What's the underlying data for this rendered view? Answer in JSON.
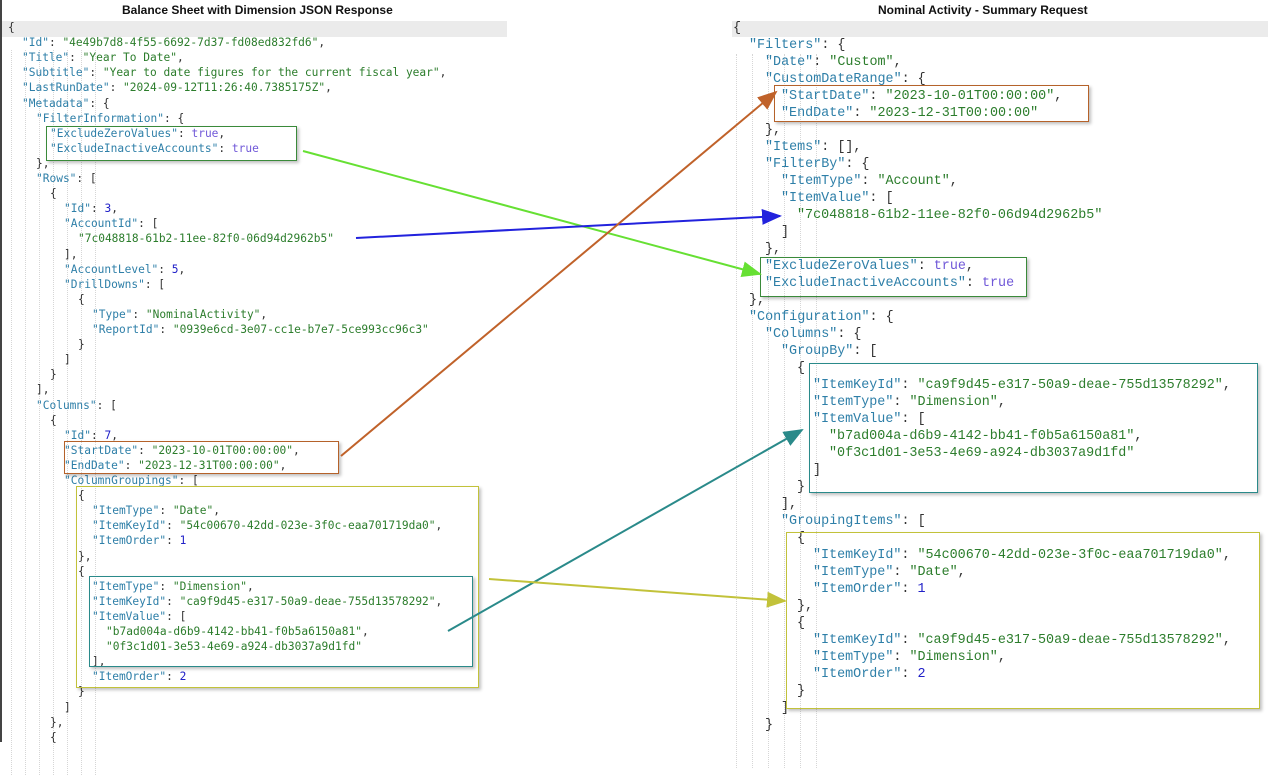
{
  "left": {
    "title": "Balance Sheet with Dimension JSON Response",
    "lines": [
      {
        "i": 0,
        "t": [
          [
            "p",
            "{"
          ]
        ]
      },
      {
        "i": 1,
        "t": [
          [
            "k",
            "\"Id\""
          ],
          [
            "p",
            ": "
          ],
          [
            "s",
            "\"4e49b7d8-4f55-6692-7d37-fd08ed832fd6\""
          ],
          [
            "p",
            ","
          ]
        ]
      },
      {
        "i": 1,
        "t": [
          [
            "k",
            "\"Title\""
          ],
          [
            "p",
            ": "
          ],
          [
            "s",
            "\"Year To Date\""
          ],
          [
            "p",
            ","
          ]
        ]
      },
      {
        "i": 1,
        "t": [
          [
            "k",
            "\"Subtitle\""
          ],
          [
            "p",
            ": "
          ],
          [
            "s",
            "\"Year to date figures for the current fiscal year\""
          ],
          [
            "p",
            ","
          ]
        ]
      },
      {
        "i": 1,
        "t": [
          [
            "k",
            "\"LastRunDate\""
          ],
          [
            "p",
            ": "
          ],
          [
            "s",
            "\"2024-09-12T11:26:40.7385175Z\""
          ],
          [
            "p",
            ","
          ]
        ]
      },
      {
        "i": 1,
        "t": [
          [
            "k",
            "\"Metadata\""
          ],
          [
            "p",
            ": {"
          ]
        ]
      },
      {
        "i": 2,
        "t": [
          [
            "k",
            "\"FilterInformation\""
          ],
          [
            "p",
            ": {"
          ]
        ]
      },
      {
        "i": 3,
        "t": [
          [
            "k",
            "\"ExcludeZeroValues\""
          ],
          [
            "p",
            ": "
          ],
          [
            "b",
            "true"
          ],
          [
            "p",
            ","
          ]
        ]
      },
      {
        "i": 3,
        "t": [
          [
            "k",
            "\"ExcludeInactiveAccounts\""
          ],
          [
            "p",
            ": "
          ],
          [
            "b",
            "true"
          ]
        ]
      },
      {
        "i": 2,
        "t": [
          [
            "p",
            "},"
          ]
        ]
      },
      {
        "i": 2,
        "t": [
          [
            "k",
            "\"Rows\""
          ],
          [
            "p",
            ": ["
          ]
        ]
      },
      {
        "i": 3,
        "t": [
          [
            "p",
            "{"
          ]
        ]
      },
      {
        "i": 4,
        "t": [
          [
            "k",
            "\"Id\""
          ],
          [
            "p",
            ": "
          ],
          [
            "n",
            "3"
          ],
          [
            "p",
            ","
          ]
        ]
      },
      {
        "i": 4,
        "t": [
          [
            "k",
            "\"AccountId\""
          ],
          [
            "p",
            ": ["
          ]
        ]
      },
      {
        "i": 5,
        "t": [
          [
            "s",
            "\"7c048818-61b2-11ee-82f0-06d94d2962b5\""
          ]
        ]
      },
      {
        "i": 4,
        "t": [
          [
            "p",
            "],"
          ]
        ]
      },
      {
        "i": 4,
        "t": [
          [
            "k",
            "\"AccountLevel\""
          ],
          [
            "p",
            ": "
          ],
          [
            "n",
            "5"
          ],
          [
            "p",
            ","
          ]
        ]
      },
      {
        "i": 4,
        "t": [
          [
            "k",
            "\"DrillDowns\""
          ],
          [
            "p",
            ": ["
          ]
        ]
      },
      {
        "i": 5,
        "t": [
          [
            "p",
            "{"
          ]
        ]
      },
      {
        "i": 6,
        "t": [
          [
            "k",
            "\"Type\""
          ],
          [
            "p",
            ": "
          ],
          [
            "s",
            "\"NominalActivity\""
          ],
          [
            "p",
            ","
          ]
        ]
      },
      {
        "i": 6,
        "t": [
          [
            "k",
            "\"ReportId\""
          ],
          [
            "p",
            ": "
          ],
          [
            "s",
            "\"0939e6cd-3e07-cc1e-b7e7-5ce993cc96c3\""
          ]
        ]
      },
      {
        "i": 5,
        "t": [
          [
            "p",
            "}"
          ]
        ]
      },
      {
        "i": 4,
        "t": [
          [
            "p",
            "]"
          ]
        ]
      },
      {
        "i": 3,
        "t": [
          [
            "p",
            "}"
          ]
        ]
      },
      {
        "i": 2,
        "t": [
          [
            "p",
            "],"
          ]
        ]
      },
      {
        "i": 2,
        "t": [
          [
            "k",
            "\"Columns\""
          ],
          [
            "p",
            ": ["
          ]
        ]
      },
      {
        "i": 3,
        "t": [
          [
            "p",
            "{"
          ]
        ]
      },
      {
        "i": 4,
        "t": [
          [
            "k",
            "\"Id\""
          ],
          [
            "p",
            ": "
          ],
          [
            "n",
            "7"
          ],
          [
            "p",
            ","
          ]
        ]
      },
      {
        "i": 4,
        "t": [
          [
            "k",
            "\"StartDate\""
          ],
          [
            "p",
            ": "
          ],
          [
            "s",
            "\"2023-10-01T00:00:00\""
          ],
          [
            "p",
            ","
          ]
        ]
      },
      {
        "i": 4,
        "t": [
          [
            "k",
            "\"EndDate\""
          ],
          [
            "p",
            ": "
          ],
          [
            "s",
            "\"2023-12-31T00:00:00\""
          ],
          [
            "p",
            ","
          ]
        ]
      },
      {
        "i": 4,
        "t": [
          [
            "k",
            "\"ColumnGroupings\""
          ],
          [
            "p",
            ": ["
          ]
        ]
      },
      {
        "i": 5,
        "t": [
          [
            "p",
            "{"
          ]
        ]
      },
      {
        "i": 6,
        "t": [
          [
            "k",
            "\"ItemType\""
          ],
          [
            "p",
            ": "
          ],
          [
            "s",
            "\"Date\""
          ],
          [
            "p",
            ","
          ]
        ]
      },
      {
        "i": 6,
        "t": [
          [
            "k",
            "\"ItemKeyId\""
          ],
          [
            "p",
            ": "
          ],
          [
            "s",
            "\"54c00670-42dd-023e-3f0c-eaa701719da0\""
          ],
          [
            "p",
            ","
          ]
        ]
      },
      {
        "i": 6,
        "t": [
          [
            "k",
            "\"ItemOrder\""
          ],
          [
            "p",
            ": "
          ],
          [
            "n",
            "1"
          ]
        ]
      },
      {
        "i": 5,
        "t": [
          [
            "p",
            "},"
          ]
        ]
      },
      {
        "i": 5,
        "t": [
          [
            "p",
            "{"
          ]
        ]
      },
      {
        "i": 6,
        "t": [
          [
            "k",
            "\"ItemType\""
          ],
          [
            "p",
            ": "
          ],
          [
            "s",
            "\"Dimension\""
          ],
          [
            "p",
            ","
          ]
        ]
      },
      {
        "i": 6,
        "t": [
          [
            "k",
            "\"ItemKeyId\""
          ],
          [
            "p",
            ": "
          ],
          [
            "s",
            "\"ca9f9d45-e317-50a9-deae-755d13578292\""
          ],
          [
            "p",
            ","
          ]
        ]
      },
      {
        "i": 6,
        "t": [
          [
            "k",
            "\"ItemValue\""
          ],
          [
            "p",
            ": ["
          ]
        ]
      },
      {
        "i": 7,
        "t": [
          [
            "s",
            "\"b7ad004a-d6b9-4142-bb41-f0b5a6150a81\""
          ],
          [
            "p",
            ","
          ]
        ]
      },
      {
        "i": 7,
        "t": [
          [
            "s",
            "\"0f3c1d01-3e53-4e69-a924-db3037a9d1fd\""
          ]
        ]
      },
      {
        "i": 6,
        "t": [
          [
            "p",
            "],"
          ]
        ]
      },
      {
        "i": 6,
        "t": [
          [
            "k",
            "\"ItemOrder\""
          ],
          [
            "p",
            ": "
          ],
          [
            "n",
            "2"
          ]
        ]
      },
      {
        "i": 5,
        "t": [
          [
            "p",
            "}"
          ]
        ]
      },
      {
        "i": 4,
        "t": [
          [
            "p",
            "]"
          ]
        ]
      },
      {
        "i": 3,
        "t": [
          [
            "p",
            "},"
          ]
        ]
      },
      {
        "i": 3,
        "t": [
          [
            "p",
            "{"
          ]
        ]
      }
    ]
  },
  "right": {
    "title": "Nominal Activity - Summary Request",
    "lines": [
      {
        "i": 0,
        "t": [
          [
            "p",
            "{"
          ]
        ]
      },
      {
        "i": 1,
        "t": [
          [
            "k",
            "\"Filters\""
          ],
          [
            "p",
            ": {"
          ]
        ]
      },
      {
        "i": 2,
        "t": [
          [
            "k",
            "\"Date\""
          ],
          [
            "p",
            ": "
          ],
          [
            "s",
            "\"Custom\""
          ],
          [
            "p",
            ","
          ]
        ]
      },
      {
        "i": 2,
        "t": [
          [
            "k",
            "\"CustomDateRange\""
          ],
          [
            "p",
            ": {"
          ]
        ]
      },
      {
        "i": 3,
        "t": [
          [
            "k",
            "\"StartDate\""
          ],
          [
            "p",
            ": "
          ],
          [
            "s",
            "\"2023-10-01T00:00:00\""
          ],
          [
            "p",
            ","
          ]
        ]
      },
      {
        "i": 3,
        "t": [
          [
            "k",
            "\"EndDate\""
          ],
          [
            "p",
            ": "
          ],
          [
            "s",
            "\"2023-12-31T00:00:00\""
          ]
        ]
      },
      {
        "i": 2,
        "t": [
          [
            "p",
            "},"
          ]
        ]
      },
      {
        "i": 2,
        "t": [
          [
            "k",
            "\"Items\""
          ],
          [
            "p",
            ": [],"
          ]
        ]
      },
      {
        "i": 2,
        "t": [
          [
            "k",
            "\"FilterBy\""
          ],
          [
            "p",
            ": {"
          ]
        ]
      },
      {
        "i": 3,
        "t": [
          [
            "k",
            "\"ItemType\""
          ],
          [
            "p",
            ": "
          ],
          [
            "s",
            "\"Account\""
          ],
          [
            "p",
            ","
          ]
        ]
      },
      {
        "i": 3,
        "t": [
          [
            "k",
            "\"ItemValue\""
          ],
          [
            "p",
            ": ["
          ]
        ]
      },
      {
        "i": 4,
        "t": [
          [
            "s",
            "\"7c048818-61b2-11ee-82f0-06d94d2962b5\""
          ]
        ]
      },
      {
        "i": 3,
        "t": [
          [
            "p",
            "]"
          ]
        ]
      },
      {
        "i": 2,
        "t": [
          [
            "p",
            "},"
          ]
        ]
      },
      {
        "i": 2,
        "t": [
          [
            "k",
            "\"ExcludeZeroValues\""
          ],
          [
            "p",
            ": "
          ],
          [
            "b",
            "true"
          ],
          [
            "p",
            ","
          ]
        ]
      },
      {
        "i": 2,
        "t": [
          [
            "k",
            "\"ExcludeInactiveAccounts\""
          ],
          [
            "p",
            ": "
          ],
          [
            "b",
            "true"
          ]
        ]
      },
      {
        "i": 1,
        "t": [
          [
            "p",
            "},"
          ]
        ]
      },
      {
        "i": 1,
        "t": [
          [
            "k",
            "\"Configuration\""
          ],
          [
            "p",
            ": {"
          ]
        ]
      },
      {
        "i": 2,
        "t": [
          [
            "k",
            "\"Columns\""
          ],
          [
            "p",
            ": {"
          ]
        ]
      },
      {
        "i": 3,
        "t": [
          [
            "k",
            "\"GroupBy\""
          ],
          [
            "p",
            ": ["
          ]
        ]
      },
      {
        "i": 4,
        "t": [
          [
            "p",
            "{"
          ]
        ]
      },
      {
        "i": 5,
        "t": [
          [
            "k",
            "\"ItemKeyId\""
          ],
          [
            "p",
            ": "
          ],
          [
            "s",
            "\"ca9f9d45-e317-50a9-deae-755d13578292\""
          ],
          [
            "p",
            ","
          ]
        ]
      },
      {
        "i": 5,
        "t": [
          [
            "k",
            "\"ItemType\""
          ],
          [
            "p",
            ": "
          ],
          [
            "s",
            "\"Dimension\""
          ],
          [
            "p",
            ","
          ]
        ]
      },
      {
        "i": 5,
        "t": [
          [
            "k",
            "\"ItemValue\""
          ],
          [
            "p",
            ": ["
          ]
        ]
      },
      {
        "i": 6,
        "t": [
          [
            "s",
            "\"b7ad004a-d6b9-4142-bb41-f0b5a6150a81\""
          ],
          [
            "p",
            ","
          ]
        ]
      },
      {
        "i": 6,
        "t": [
          [
            "s",
            "\"0f3c1d01-3e53-4e69-a924-db3037a9d1fd\""
          ]
        ]
      },
      {
        "i": 5,
        "t": [
          [
            "p",
            "]"
          ]
        ]
      },
      {
        "i": 4,
        "t": [
          [
            "p",
            "}"
          ]
        ]
      },
      {
        "i": 3,
        "t": [
          [
            "p",
            "],"
          ]
        ]
      },
      {
        "i": 3,
        "t": [
          [
            "k",
            "\"GroupingItems\""
          ],
          [
            "p",
            ": ["
          ]
        ]
      },
      {
        "i": 4,
        "t": [
          [
            "p",
            "{"
          ]
        ]
      },
      {
        "i": 5,
        "t": [
          [
            "k",
            "\"ItemKeyId\""
          ],
          [
            "p",
            ": "
          ],
          [
            "s",
            "\"54c00670-42dd-023e-3f0c-eaa701719da0\""
          ],
          [
            "p",
            ","
          ]
        ]
      },
      {
        "i": 5,
        "t": [
          [
            "k",
            "\"ItemType\""
          ],
          [
            "p",
            ": "
          ],
          [
            "s",
            "\"Date\""
          ],
          [
            "p",
            ","
          ]
        ]
      },
      {
        "i": 5,
        "t": [
          [
            "k",
            "\"ItemOrder\""
          ],
          [
            "p",
            ": "
          ],
          [
            "n",
            "1"
          ]
        ]
      },
      {
        "i": 4,
        "t": [
          [
            "p",
            "},"
          ]
        ]
      },
      {
        "i": 4,
        "t": [
          [
            "p",
            "{"
          ]
        ]
      },
      {
        "i": 5,
        "t": [
          [
            "k",
            "\"ItemKeyId\""
          ],
          [
            "p",
            ": "
          ],
          [
            "s",
            "\"ca9f9d45-e317-50a9-deae-755d13578292\""
          ],
          [
            "p",
            ","
          ]
        ]
      },
      {
        "i": 5,
        "t": [
          [
            "k",
            "\"ItemType\""
          ],
          [
            "p",
            ": "
          ],
          [
            "s",
            "\"Dimension\""
          ],
          [
            "p",
            ","
          ]
        ]
      },
      {
        "i": 5,
        "t": [
          [
            "k",
            "\"ItemOrder\""
          ],
          [
            "p",
            ": "
          ],
          [
            "n",
            "2"
          ]
        ]
      },
      {
        "i": 4,
        "t": [
          [
            "p",
            "}"
          ]
        ]
      },
      {
        "i": 3,
        "t": [
          [
            "p",
            "]"
          ]
        ]
      },
      {
        "i": 2,
        "t": [
          [
            "p",
            "}"
          ]
        ]
      }
    ]
  },
  "mappings": [
    {
      "name": "filter-information",
      "color": "#66e033",
      "from": "left.ExcludeZeroValues/ExcludeInactiveAccounts",
      "to": "right.Filters.ExcludeZeroValues/ExcludeInactiveAccounts"
    },
    {
      "name": "account-id",
      "color": "#2222dd",
      "from": "left.Rows.AccountId",
      "to": "right.Filters.FilterBy.ItemValue"
    },
    {
      "name": "date-range",
      "color": "#c0622a",
      "from": "left.Columns.StartDate/EndDate",
      "to": "right.Filters.CustomDateRange"
    },
    {
      "name": "dimension-values",
      "color": "#2a8a8a",
      "from": "left.ColumnGroupings.Dimension",
      "to": "right.Configuration.Columns.GroupBy"
    },
    {
      "name": "grouping-items",
      "color": "#c2c23a",
      "from": "left.ColumnGroupings",
      "to": "right.Configuration.Columns.GroupingItems"
    }
  ]
}
